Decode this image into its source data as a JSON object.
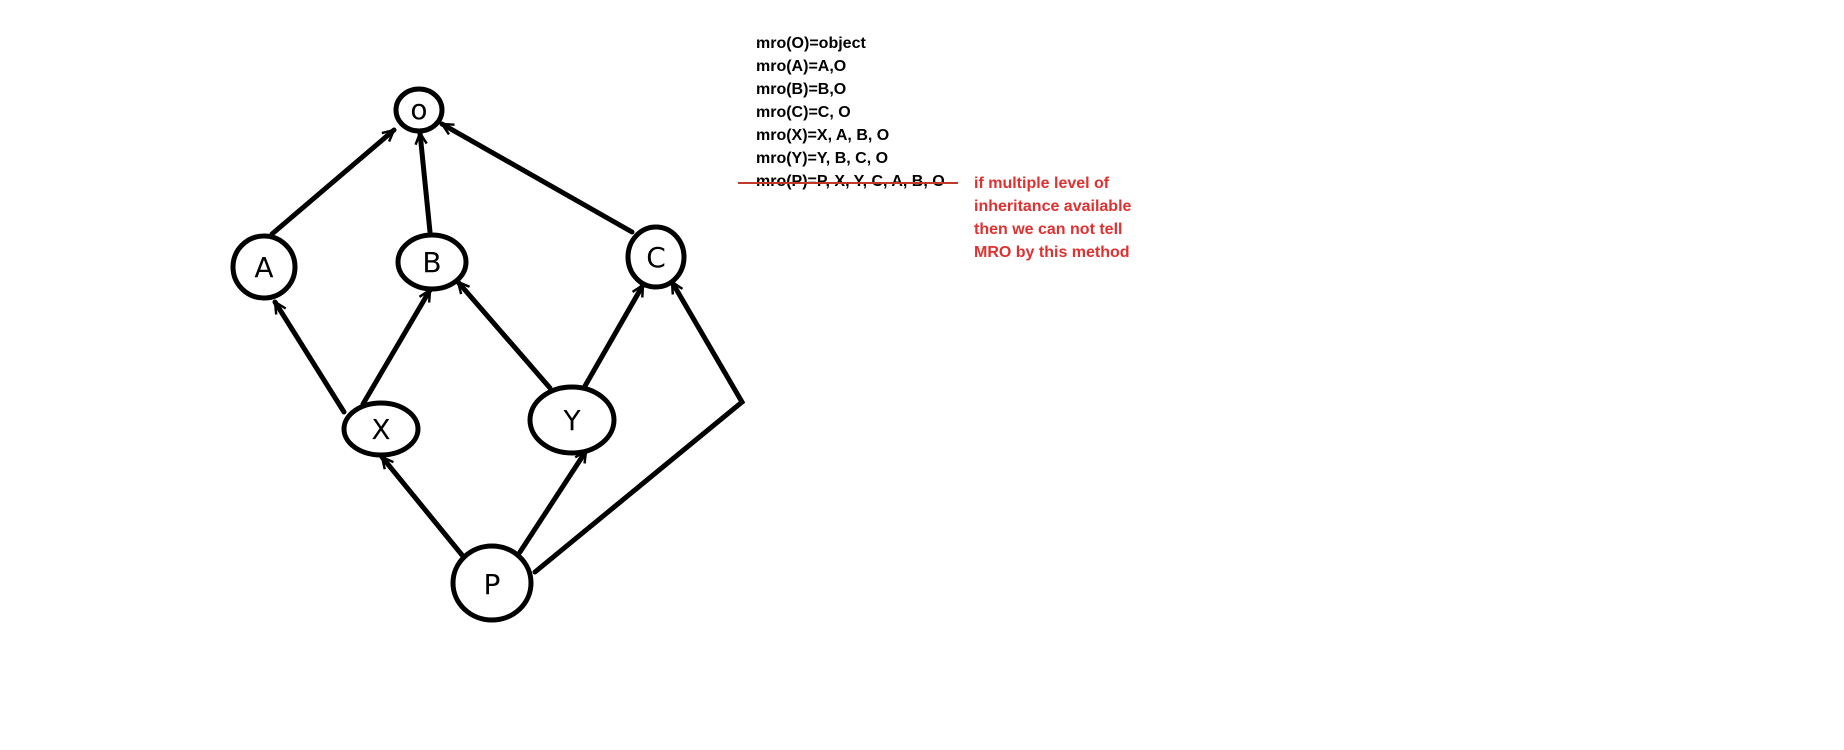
{
  "diagram": {
    "nodes": [
      {
        "id": "O",
        "label": "o"
      },
      {
        "id": "A",
        "label": "A"
      },
      {
        "id": "B",
        "label": "B"
      },
      {
        "id": "C",
        "label": "C"
      },
      {
        "id": "X",
        "label": "X"
      },
      {
        "id": "Y",
        "label": "Y"
      },
      {
        "id": "P",
        "label": "P"
      }
    ],
    "edges": [
      {
        "from": "A",
        "to": "O"
      },
      {
        "from": "B",
        "to": "O"
      },
      {
        "from": "C",
        "to": "O"
      },
      {
        "from": "X",
        "to": "A"
      },
      {
        "from": "X",
        "to": "B"
      },
      {
        "from": "Y",
        "to": "B"
      },
      {
        "from": "Y",
        "to": "C"
      },
      {
        "from": "P",
        "to": "X"
      },
      {
        "from": "P",
        "to": "Y"
      },
      {
        "from": "P",
        "to": "C"
      }
    ]
  },
  "mro_lines": [
    "mro(O)=object",
    "mro(A)=A,O",
    "mro(B)=B,O",
    "mro(C)=C, O",
    "mro(X)=X, A, B, O",
    "mro(Y)=Y, B, C, O",
    "mro(P)=P, X, Y, C, A, B, O"
  ],
  "note": {
    "lines": [
      "if multiple level of",
      "inheritance available",
      "then we can not tell",
      "MRO by this method"
    ],
    "color": "#e03030"
  },
  "colors": {
    "ink": "#000000",
    "strike": "#c0392b"
  }
}
